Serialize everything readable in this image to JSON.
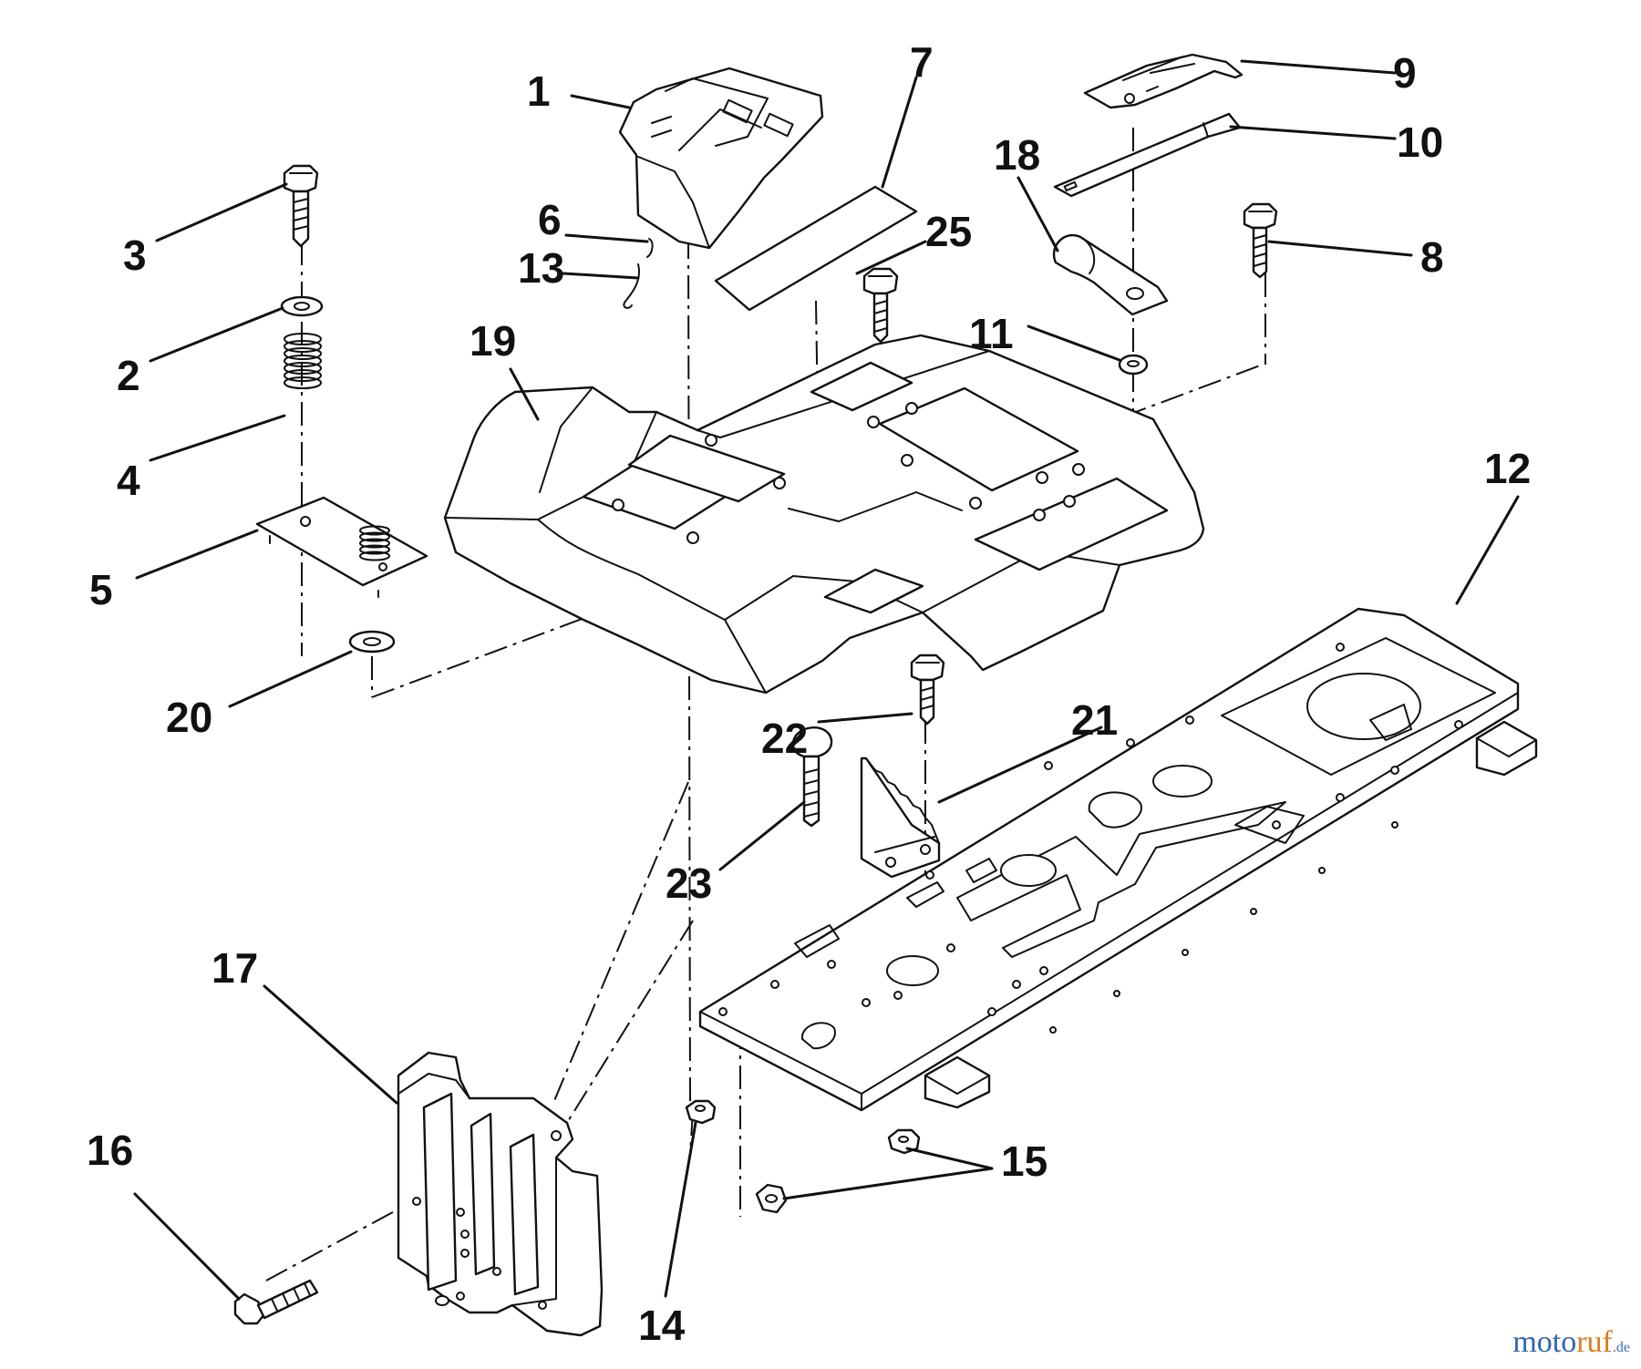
{
  "diagram": {
    "callouts": {
      "c1": "1",
      "c2": "2",
      "c3": "3",
      "c4": "4",
      "c5": "5",
      "c6": "6",
      "c7": "7",
      "c8": "8",
      "c9": "9",
      "c10": "10",
      "c11": "11",
      "c12": "12",
      "c13": "13",
      "c14": "14",
      "c15": "15",
      "c16": "16",
      "c17": "17",
      "c18": "18",
      "c19": "19",
      "c20": "20",
      "c21": "21",
      "c22": "22",
      "c23": "23",
      "c25": "25"
    }
  },
  "watermark": {
    "text_a": "moto",
    "text_b": "ruf",
    "suffix": ".de"
  }
}
